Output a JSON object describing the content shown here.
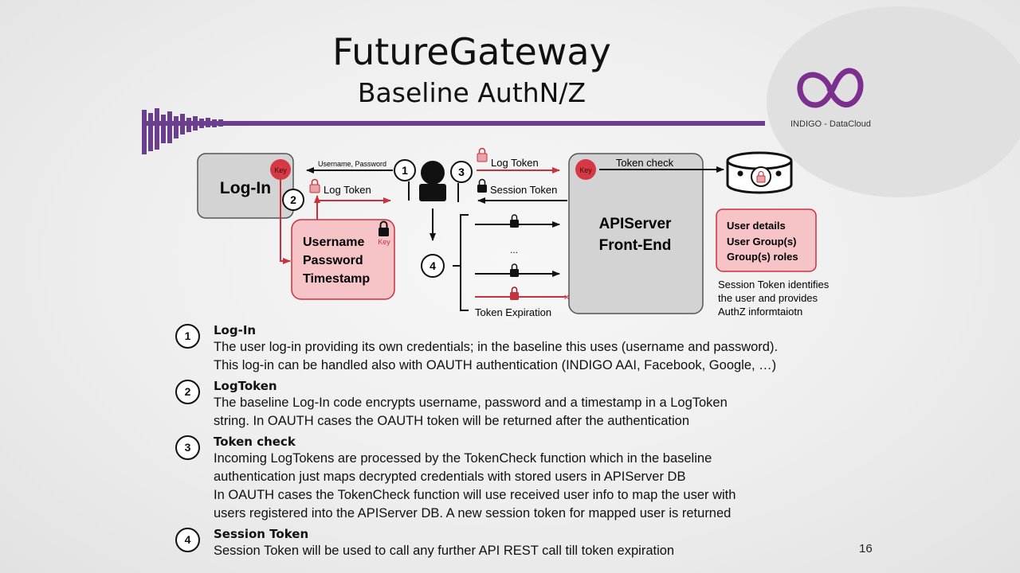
{
  "slide": {
    "title": "FutureGateway",
    "subtitle": "Baseline AuthN/Z",
    "page_number": "16"
  },
  "logo": {
    "caption": "INDIGO - DataCloud",
    "icon": "infinity-cloud-logo-icon",
    "color": "#7b2f8e"
  },
  "diagram": {
    "login_box": "Log-In",
    "key_badge": "Key",
    "credentials_box": [
      "Username",
      "Password",
      "Timestamp"
    ],
    "arrow_username_password": "Username, Password",
    "arrow_log_token_left": "Log Token",
    "arrow_log_token_right": "Log Token",
    "arrow_session_token": "Session Token",
    "token_check": "Token check",
    "apiserver": [
      "APIServer",
      "Front-End"
    ],
    "user_info_box": [
      "User details",
      "User Group(s)",
      "Group(s) roles"
    ],
    "session_note": [
      "Session Token identifies",
      "the user and provides",
      "AuthZ informtaiotn"
    ],
    "token_expiration": "Token Expiration",
    "ellipsis": "...",
    "step_numbers": [
      "1",
      "2",
      "3",
      "4"
    ],
    "colors": {
      "red": "#c8323f",
      "pink_fill": "#f6c3c6",
      "gray_box": "#d3d3d3",
      "purple_bar": "#6b3f8e"
    }
  },
  "steps": [
    {
      "number": "1",
      "heading": "Log-In",
      "lines": [
        "The user log-in providing  its own credentials; in the baseline this uses (username and password).",
        "This log-in can be handled also with OAUTH authentication (INDIGO AAI, Facebook, Google, …)"
      ]
    },
    {
      "number": "2",
      "heading": "LogToken",
      "lines": [
        "The baseline Log-In code encrypts username, password and a timestamp in a LogToken",
        "string. In OAUTH cases the OAUTH token will be returned after the authentication"
      ]
    },
    {
      "number": "3",
      "heading": "Token check",
      "lines": [
        "Incoming LogTokens are processed by the TokenCheck function which in the baseline",
        "authentication just maps decrypted credentials with stored users in APIServer DB",
        "In OAUTH cases the TokenCheck function will use received user info to map the user with",
        "users registered into the APIServer DB. A new session token for mapped user is returned"
      ]
    },
    {
      "number": "4",
      "heading": "Session Token",
      "lines": [
        "Session Token will be used to call any further API REST call till token expiration"
      ]
    }
  ]
}
